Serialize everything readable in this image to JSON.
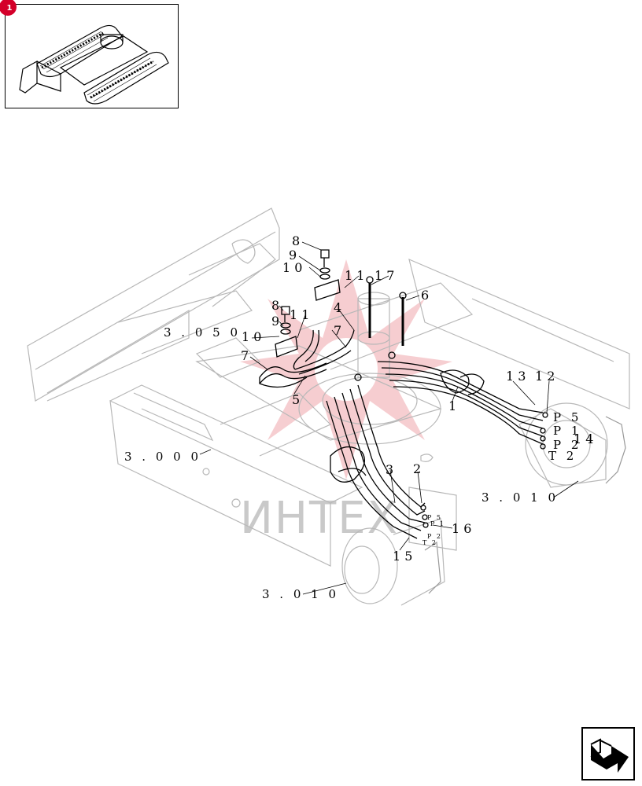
{
  "thumbnail": {
    "badge": "1"
  },
  "watermark": {
    "text": "ИНТЕХ"
  },
  "callouts": [
    {
      "id": "c8a",
      "text": "8"
    },
    {
      "id": "c9a",
      "text": "9"
    },
    {
      "id": "c10a",
      "text": "1 0"
    },
    {
      "id": "c11a",
      "text": "1 1"
    },
    {
      "id": "c17",
      "text": "1 7"
    },
    {
      "id": "c6",
      "text": "6"
    },
    {
      "id": "c8b",
      "text": "8"
    },
    {
      "id": "c4",
      "text": "4"
    },
    {
      "id": "c9b",
      "text": "9"
    },
    {
      "id": "c11b",
      "text": "1 1"
    },
    {
      "id": "c7a",
      "text": "7"
    },
    {
      "id": "c10b",
      "text": "1 0"
    },
    {
      "id": "c7b",
      "text": "7"
    },
    {
      "id": "c5",
      "text": "5"
    },
    {
      "id": "c1",
      "text": "1"
    },
    {
      "id": "c13",
      "text": "1 3"
    },
    {
      "id": "c12",
      "text": "1 2"
    },
    {
      "id": "c14",
      "text": "1 4"
    },
    {
      "id": "c3",
      "text": "3"
    },
    {
      "id": "c2",
      "text": "2"
    },
    {
      "id": "c16",
      "text": "1 6"
    },
    {
      "id": "c15",
      "text": "1 5"
    }
  ],
  "references": [
    {
      "id": "r050",
      "text": "3 . 0 5 0"
    },
    {
      "id": "r000",
      "text": "3 . 0 0 0"
    },
    {
      "id": "r010a",
      "text": "3 . 0 1 0"
    },
    {
      "id": "r010b",
      "text": "3 . 0 1 0"
    }
  ],
  "ports": [
    {
      "id": "p5r",
      "text": "P 5"
    },
    {
      "id": "p1r",
      "text": "P 1"
    },
    {
      "id": "p2r",
      "text": "P 2"
    },
    {
      "id": "t2r",
      "text": "T 2"
    },
    {
      "id": "p5l",
      "text": "P 5"
    },
    {
      "id": "p1l",
      "text": "P 1"
    },
    {
      "id": "p2l",
      "text": "P 2"
    },
    {
      "id": "t2l",
      "text": "T 2"
    }
  ],
  "navigation": {
    "icon": "next-page-arrow-icon"
  }
}
